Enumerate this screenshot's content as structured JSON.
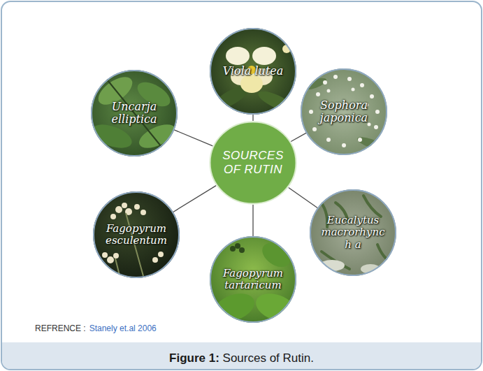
{
  "diagram": {
    "caption": "Figure 1: Sources of Rutin.",
    "nodes": [
      {
        "text": [
          "Viola lutea"
        ]
      },
      {
        "text": [
          "Uncarja elliptica"
        ]
      },
      {
        "text": [
          "Sophora japonica"
        ]
      },
      {
        "text": [
          "SOURCES OF RUTIN"
        ]
      },
      {
        "text": [
          "Fagopyrum esculentum"
        ]
      },
      {
        "text": [
          "Eucalytus macrorhynch a"
        ]
      },
      {
        "text": [
          "Fagopyrum tartaricum"
        ]
      }
    ],
    "edges": [
      {
        "from": 3,
        "to": 0,
        "arrow": "none"
      },
      {
        "from": 3,
        "to": 2,
        "arrow": "none"
      },
      {
        "from": 3,
        "to": 5,
        "arrow": "none"
      },
      {
        "from": 3,
        "to": 6,
        "arrow": "none"
      },
      {
        "from": 3,
        "to": 4,
        "arrow": "none"
      },
      {
        "from": 3,
        "to": 1,
        "arrow": "none"
      }
    ],
    "labels": [
      "REFRENCE :",
      "Stanely et.al 2006"
    ]
  }
}
